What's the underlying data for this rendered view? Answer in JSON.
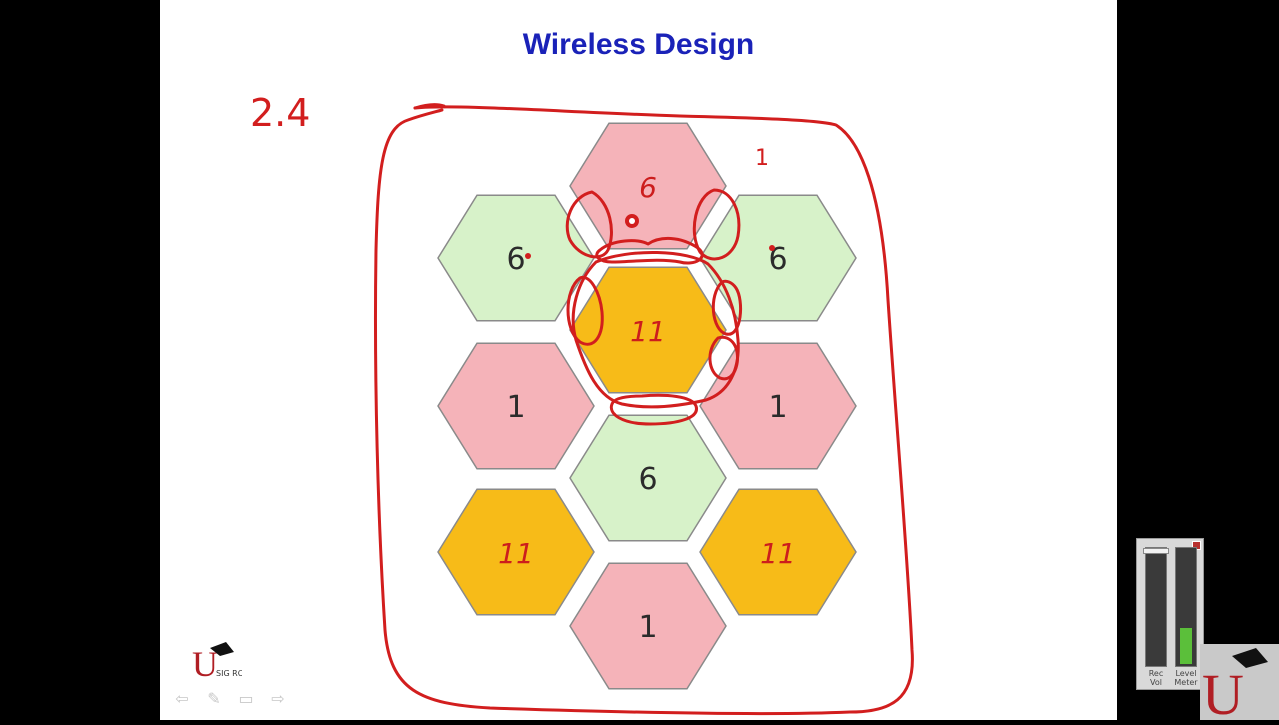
{
  "slide": {
    "title": "Wireless Design"
  },
  "hexagons": [
    {
      "label": "6",
      "color": "#f5b3b9",
      "handwritten": true
    },
    {
      "label": "6",
      "color": "#d7f2c9",
      "handwritten": false
    },
    {
      "label": "6",
      "color": "#d7f2c9",
      "handwritten": false
    },
    {
      "label": "11",
      "color": "#f7bb18",
      "handwritten": true
    },
    {
      "label": "1",
      "color": "#f5b3b9",
      "handwritten": false
    },
    {
      "label": "1",
      "color": "#f5b3b9",
      "handwritten": false
    },
    {
      "label": "6",
      "color": "#d7f2c9",
      "handwritten": false
    },
    {
      "label": "11",
      "color": "#f7bb18",
      "handwritten": true
    },
    {
      "label": "11",
      "color": "#f7bb18",
      "handwritten": true
    },
    {
      "label": "1",
      "color": "#f5b3b9",
      "handwritten": false
    }
  ],
  "annotations": {
    "band_note": "2.4",
    "small_mark": "1",
    "ink_color": "#d21e1e"
  },
  "logo": {
    "text": "U",
    "sub": "SIG ROU"
  },
  "nav_icons": [
    "back-arrow-icon",
    "pen-icon",
    "menu-icon",
    "forward-arrow-icon"
  ],
  "recorder": {
    "vol_label": "Rec Vol",
    "level_label": "Level Meter",
    "level_fraction": 0.32,
    "vol_fraction": 1.0
  },
  "colors": {
    "title": "#1a22b8",
    "green": "#d7f2c9",
    "pink": "#f5b3b9",
    "orange": "#f7bb18"
  }
}
